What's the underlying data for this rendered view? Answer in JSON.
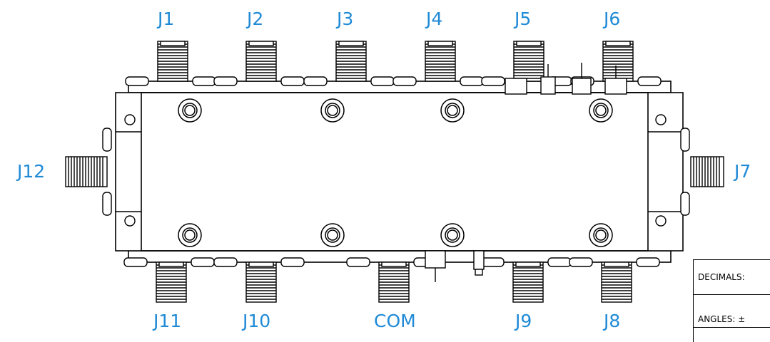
{
  "ports": {
    "top": [
      "J1",
      "J2",
      "J3",
      "J4",
      "J5",
      "J6"
    ],
    "bottom": [
      "J11",
      "J10",
      "COM",
      "J9",
      "J8"
    ],
    "left": "J12",
    "right": "J7"
  },
  "title_block": {
    "decimals_label": "DECIMALS:",
    "angles_label": "ANGLES:  ±"
  },
  "colors": {
    "label": "#1f8ad6",
    "line": "#000000"
  }
}
